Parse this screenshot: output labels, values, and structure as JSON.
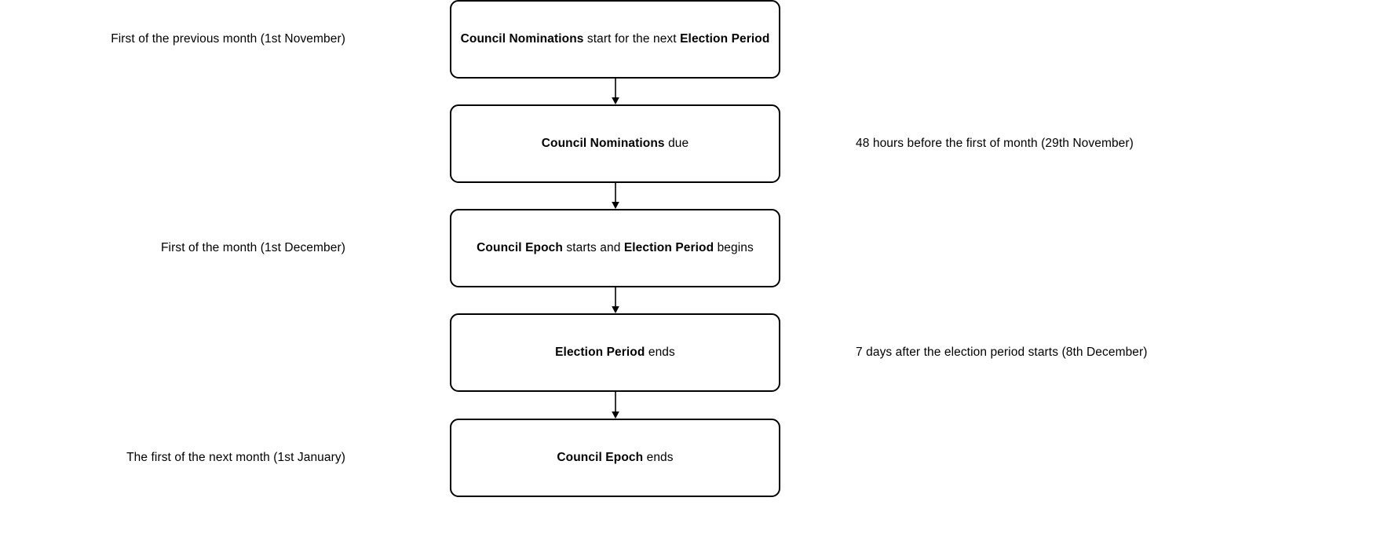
{
  "diagram": {
    "type": "flowchart",
    "orientation": "top-to-bottom",
    "colors": {
      "border": "#000000",
      "fill": "#ffffff",
      "text": "#000000"
    },
    "steps": [
      {
        "id": "council-nominations-start",
        "segments": [
          {
            "text": "Council Nominations",
            "bold": true
          },
          {
            "text": " start for the next ",
            "bold": false
          },
          {
            "text": "Election Period",
            "bold": true
          }
        ],
        "annotation": "First of the previous month (1st November)",
        "annotation_side": "left"
      },
      {
        "id": "council-nominations-due",
        "segments": [
          {
            "text": "Council Nominations",
            "bold": true
          },
          {
            "text": " due",
            "bold": false
          }
        ],
        "annotation": "48 hours before the first of month (29th November)",
        "annotation_side": "right"
      },
      {
        "id": "council-epoch-starts",
        "segments": [
          {
            "text": "Council Epoch",
            "bold": true
          },
          {
            "text": " starts and ",
            "bold": false
          },
          {
            "text": "Election Period",
            "bold": true
          },
          {
            "text": " begins",
            "bold": false
          }
        ],
        "annotation": "First of the month (1st December)",
        "annotation_side": "left"
      },
      {
        "id": "election-period-ends",
        "segments": [
          {
            "text": "Election Period",
            "bold": true
          },
          {
            "text": " ends",
            "bold": false
          }
        ],
        "annotation": "7 days after the election period starts (8th December)",
        "annotation_side": "right"
      },
      {
        "id": "council-epoch-ends",
        "segments": [
          {
            "text": "Council Epoch",
            "bold": true
          },
          {
            "text": " ends",
            "bold": false
          }
        ],
        "annotation": "The first of the next month (1st January)",
        "annotation_side": "left"
      }
    ],
    "connectors": [
      {
        "from": "council-nominations-start",
        "to": "council-nominations-due"
      },
      {
        "from": "council-nominations-due",
        "to": "council-epoch-starts"
      },
      {
        "from": "council-epoch-starts",
        "to": "election-period-ends"
      },
      {
        "from": "election-period-ends",
        "to": "council-epoch-ends"
      }
    ]
  }
}
